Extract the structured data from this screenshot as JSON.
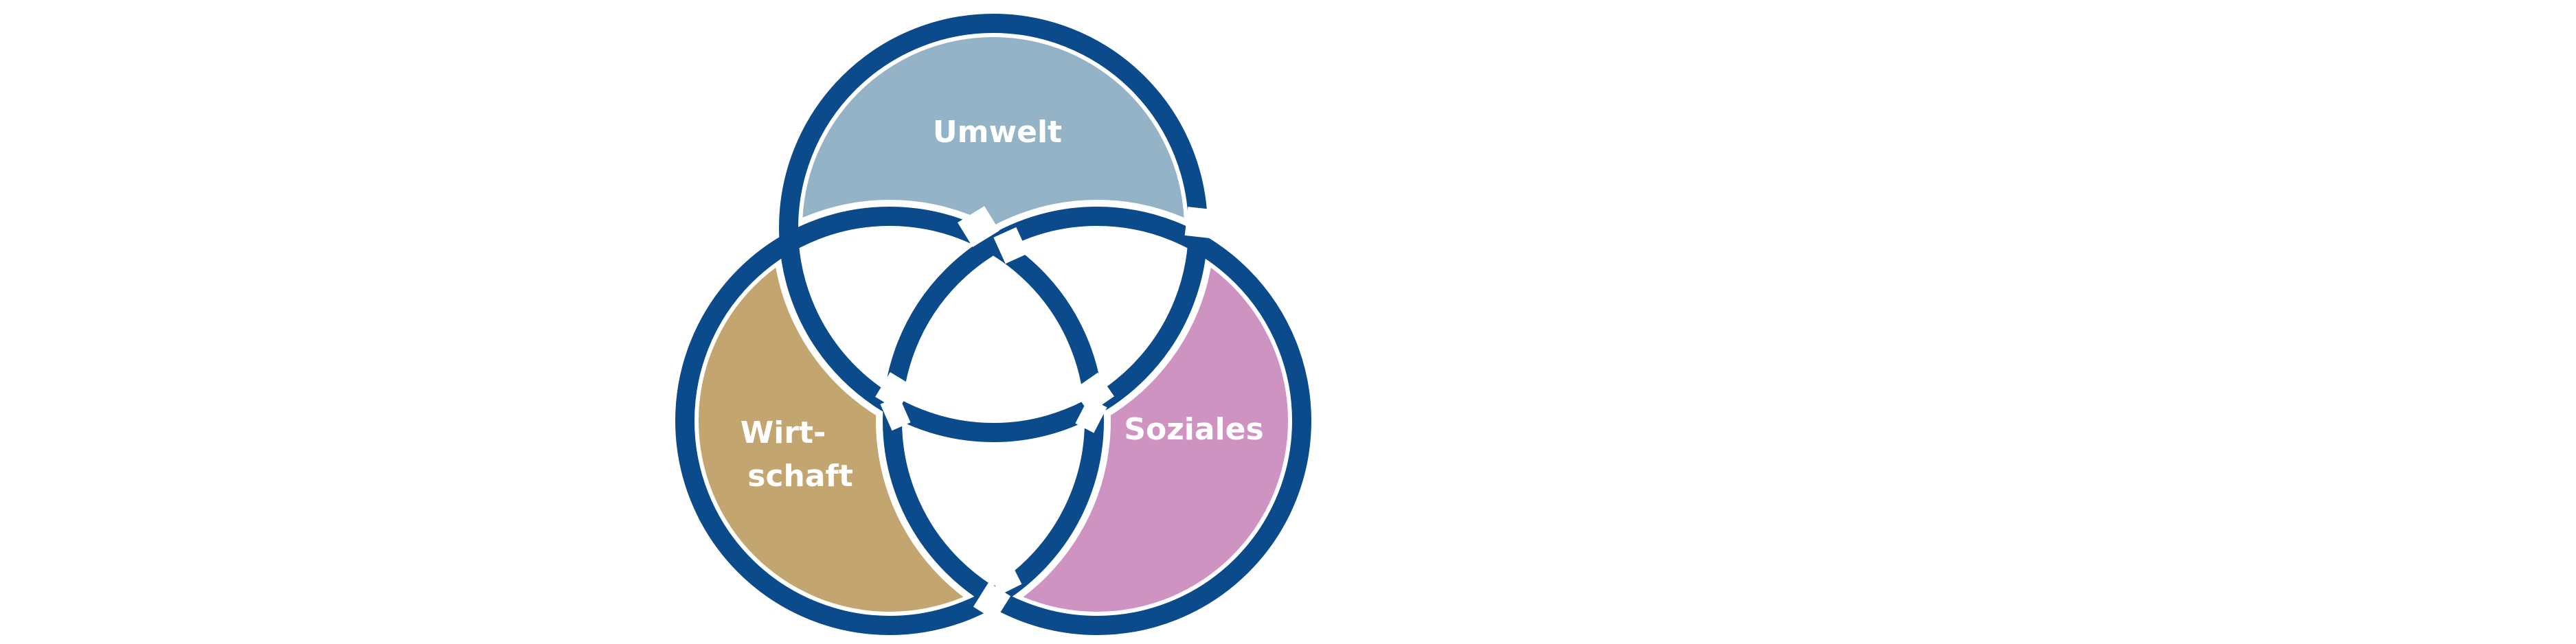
{
  "diagram": {
    "labels": {
      "umwelt": "Umwelt",
      "wirtschaft_line1": "Wirt-",
      "wirtschaft_line2": "schaft",
      "soziales": "Soziales"
    },
    "colors": {
      "ring": "#0b4a8b",
      "umwelt_fill": "#95b3c6",
      "wirtschaft_fill": "#c2a56f",
      "soziales_fill": "#ce93c1",
      "background": "#ffffff"
    }
  }
}
